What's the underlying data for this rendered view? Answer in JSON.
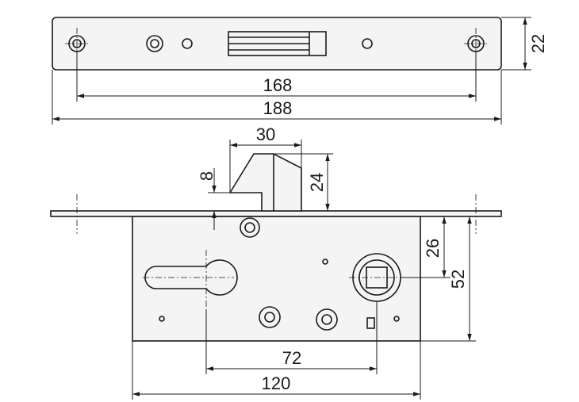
{
  "dimensions": {
    "faceplate_height": "22",
    "screw_spacing": "168",
    "faceplate_length": "188",
    "latch_width": "30",
    "latch_projection": "24",
    "latch_offset": "8",
    "backset_to_spindle": "26",
    "backset_total": "52",
    "cylinder_to_spindle": "72",
    "body_length": "120"
  }
}
